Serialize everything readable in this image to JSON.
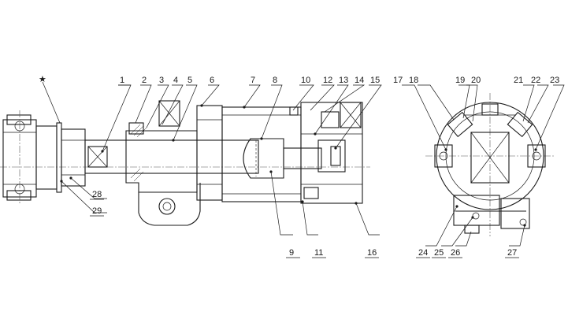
{
  "diagram": {
    "star_mark": "★",
    "callouts": [
      {
        "id": "c1",
        "text": "1"
      },
      {
        "id": "c2",
        "text": "2"
      },
      {
        "id": "c3",
        "text": "3"
      },
      {
        "id": "c4",
        "text": "4"
      },
      {
        "id": "c5",
        "text": "5"
      },
      {
        "id": "c6",
        "text": "6"
      },
      {
        "id": "c7",
        "text": "7"
      },
      {
        "id": "c8",
        "text": "8"
      },
      {
        "id": "c9",
        "text": "9"
      },
      {
        "id": "c10",
        "text": "10"
      },
      {
        "id": "c11",
        "text": "11"
      },
      {
        "id": "c12",
        "text": "12"
      },
      {
        "id": "c13",
        "text": "13"
      },
      {
        "id": "c14",
        "text": "14"
      },
      {
        "id": "c15",
        "text": "15"
      },
      {
        "id": "c16",
        "text": "16"
      },
      {
        "id": "c17",
        "text": "17"
      },
      {
        "id": "c18",
        "text": "18"
      },
      {
        "id": "c19",
        "text": "19"
      },
      {
        "id": "c20",
        "text": "20"
      },
      {
        "id": "c21",
        "text": "21"
      },
      {
        "id": "c22",
        "text": "22"
      },
      {
        "id": "c23",
        "text": "23"
      },
      {
        "id": "c24",
        "text": "24"
      },
      {
        "id": "c25",
        "text": "25"
      },
      {
        "id": "c26",
        "text": "26"
      },
      {
        "id": "c27",
        "text": "27"
      },
      {
        "id": "c28",
        "text": "28"
      },
      {
        "id": "c29",
        "text": "29"
      }
    ]
  }
}
